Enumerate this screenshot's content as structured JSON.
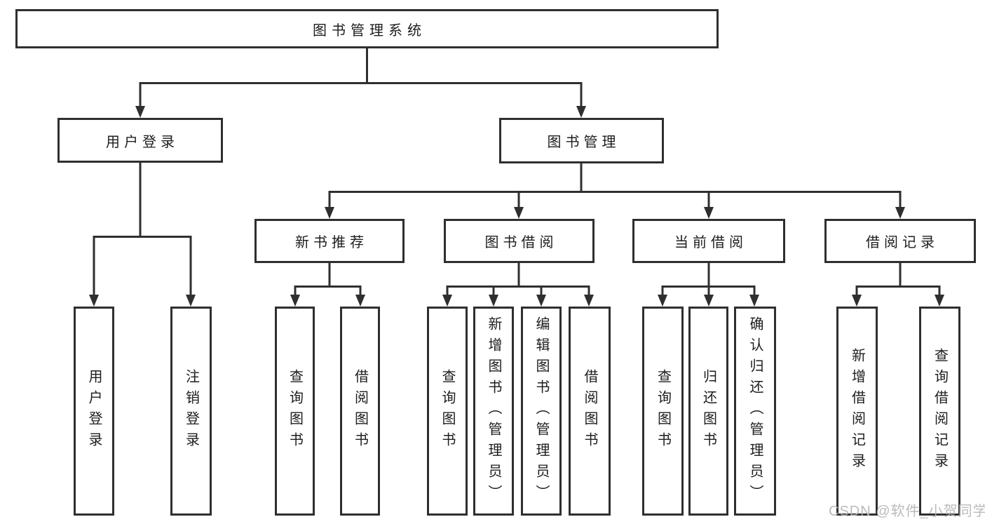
{
  "diagram_title": "图书管理系统",
  "nodes": {
    "root": "图书管理系统",
    "user_login": "用户登录",
    "book_mgmt": "图书管理",
    "new_book_rec": "新书推荐",
    "book_borrow": "图书借阅",
    "current_borrow": "当前借阅",
    "borrow_record": "借阅记录",
    "leaf_user_login": "用户登录",
    "leaf_logout": "注销登录",
    "leaf_query_book_a": "查询图书",
    "leaf_borrow_book_a": "借阅图书",
    "leaf_query_book_b": "查询图书",
    "leaf_add_book_admin": "新增图书（管理员）",
    "leaf_edit_book_admin": "编辑图书（管理员）",
    "leaf_borrow_book_b": "借阅图书",
    "leaf_query_book_c": "查询图书",
    "leaf_return_book": "归还图书",
    "leaf_confirm_return_admin": "确认归还（管理员）",
    "leaf_add_borrow_record": "新增借阅记录",
    "leaf_query_borrow_record": "查询借阅记录"
  },
  "hierarchy": {
    "图书管理系统": {
      "用户登录": [
        "用户登录",
        "注销登录"
      ],
      "图书管理": {
        "新书推荐": [
          "查询图书",
          "借阅图书"
        ],
        "图书借阅": [
          "查询图书",
          "新增图书（管理员）",
          "编辑图书（管理员）",
          "借阅图书"
        ],
        "当前借阅": [
          "查询图书",
          "归还图书",
          "确认归还（管理员）"
        ],
        "借阅记录": [
          "新增借阅记录",
          "查询借阅记录"
        ]
      }
    }
  },
  "watermark": "CSDN @软件_小贺同学",
  "colors": {
    "line": "#2f2f2f",
    "text": "#1d1d1d",
    "background": "#ffffff",
    "watermark": "#b4b4b4"
  }
}
